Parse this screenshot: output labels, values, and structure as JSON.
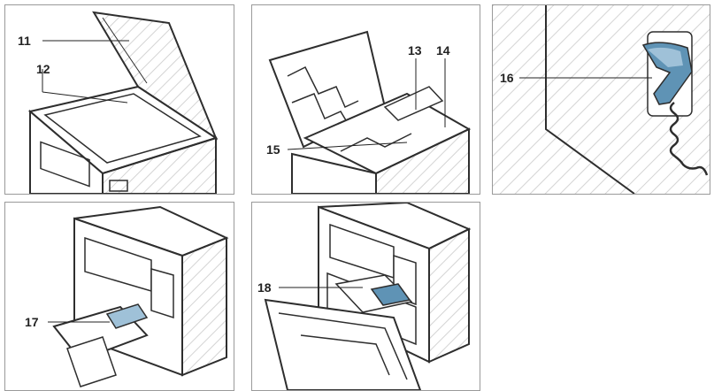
{
  "panels": [
    {
      "id": "scanner-glass",
      "callouts": [
        "11",
        "12"
      ]
    },
    {
      "id": "document-feeder",
      "callouts": [
        "13",
        "14",
        "15"
      ]
    },
    {
      "id": "handset",
      "callouts": [
        "16"
      ]
    },
    {
      "id": "paper-tray",
      "callouts": [
        "17"
      ]
    },
    {
      "id": "toner-cartridge",
      "callouts": [
        "18"
      ]
    }
  ],
  "colors": {
    "panel_border": "#9a9a9a",
    "line_art": "#2e2e2e",
    "hatch": "#d4d4d4",
    "accent_blue": "#5f93b5",
    "accent_blue_light": "#9fc1d8"
  }
}
